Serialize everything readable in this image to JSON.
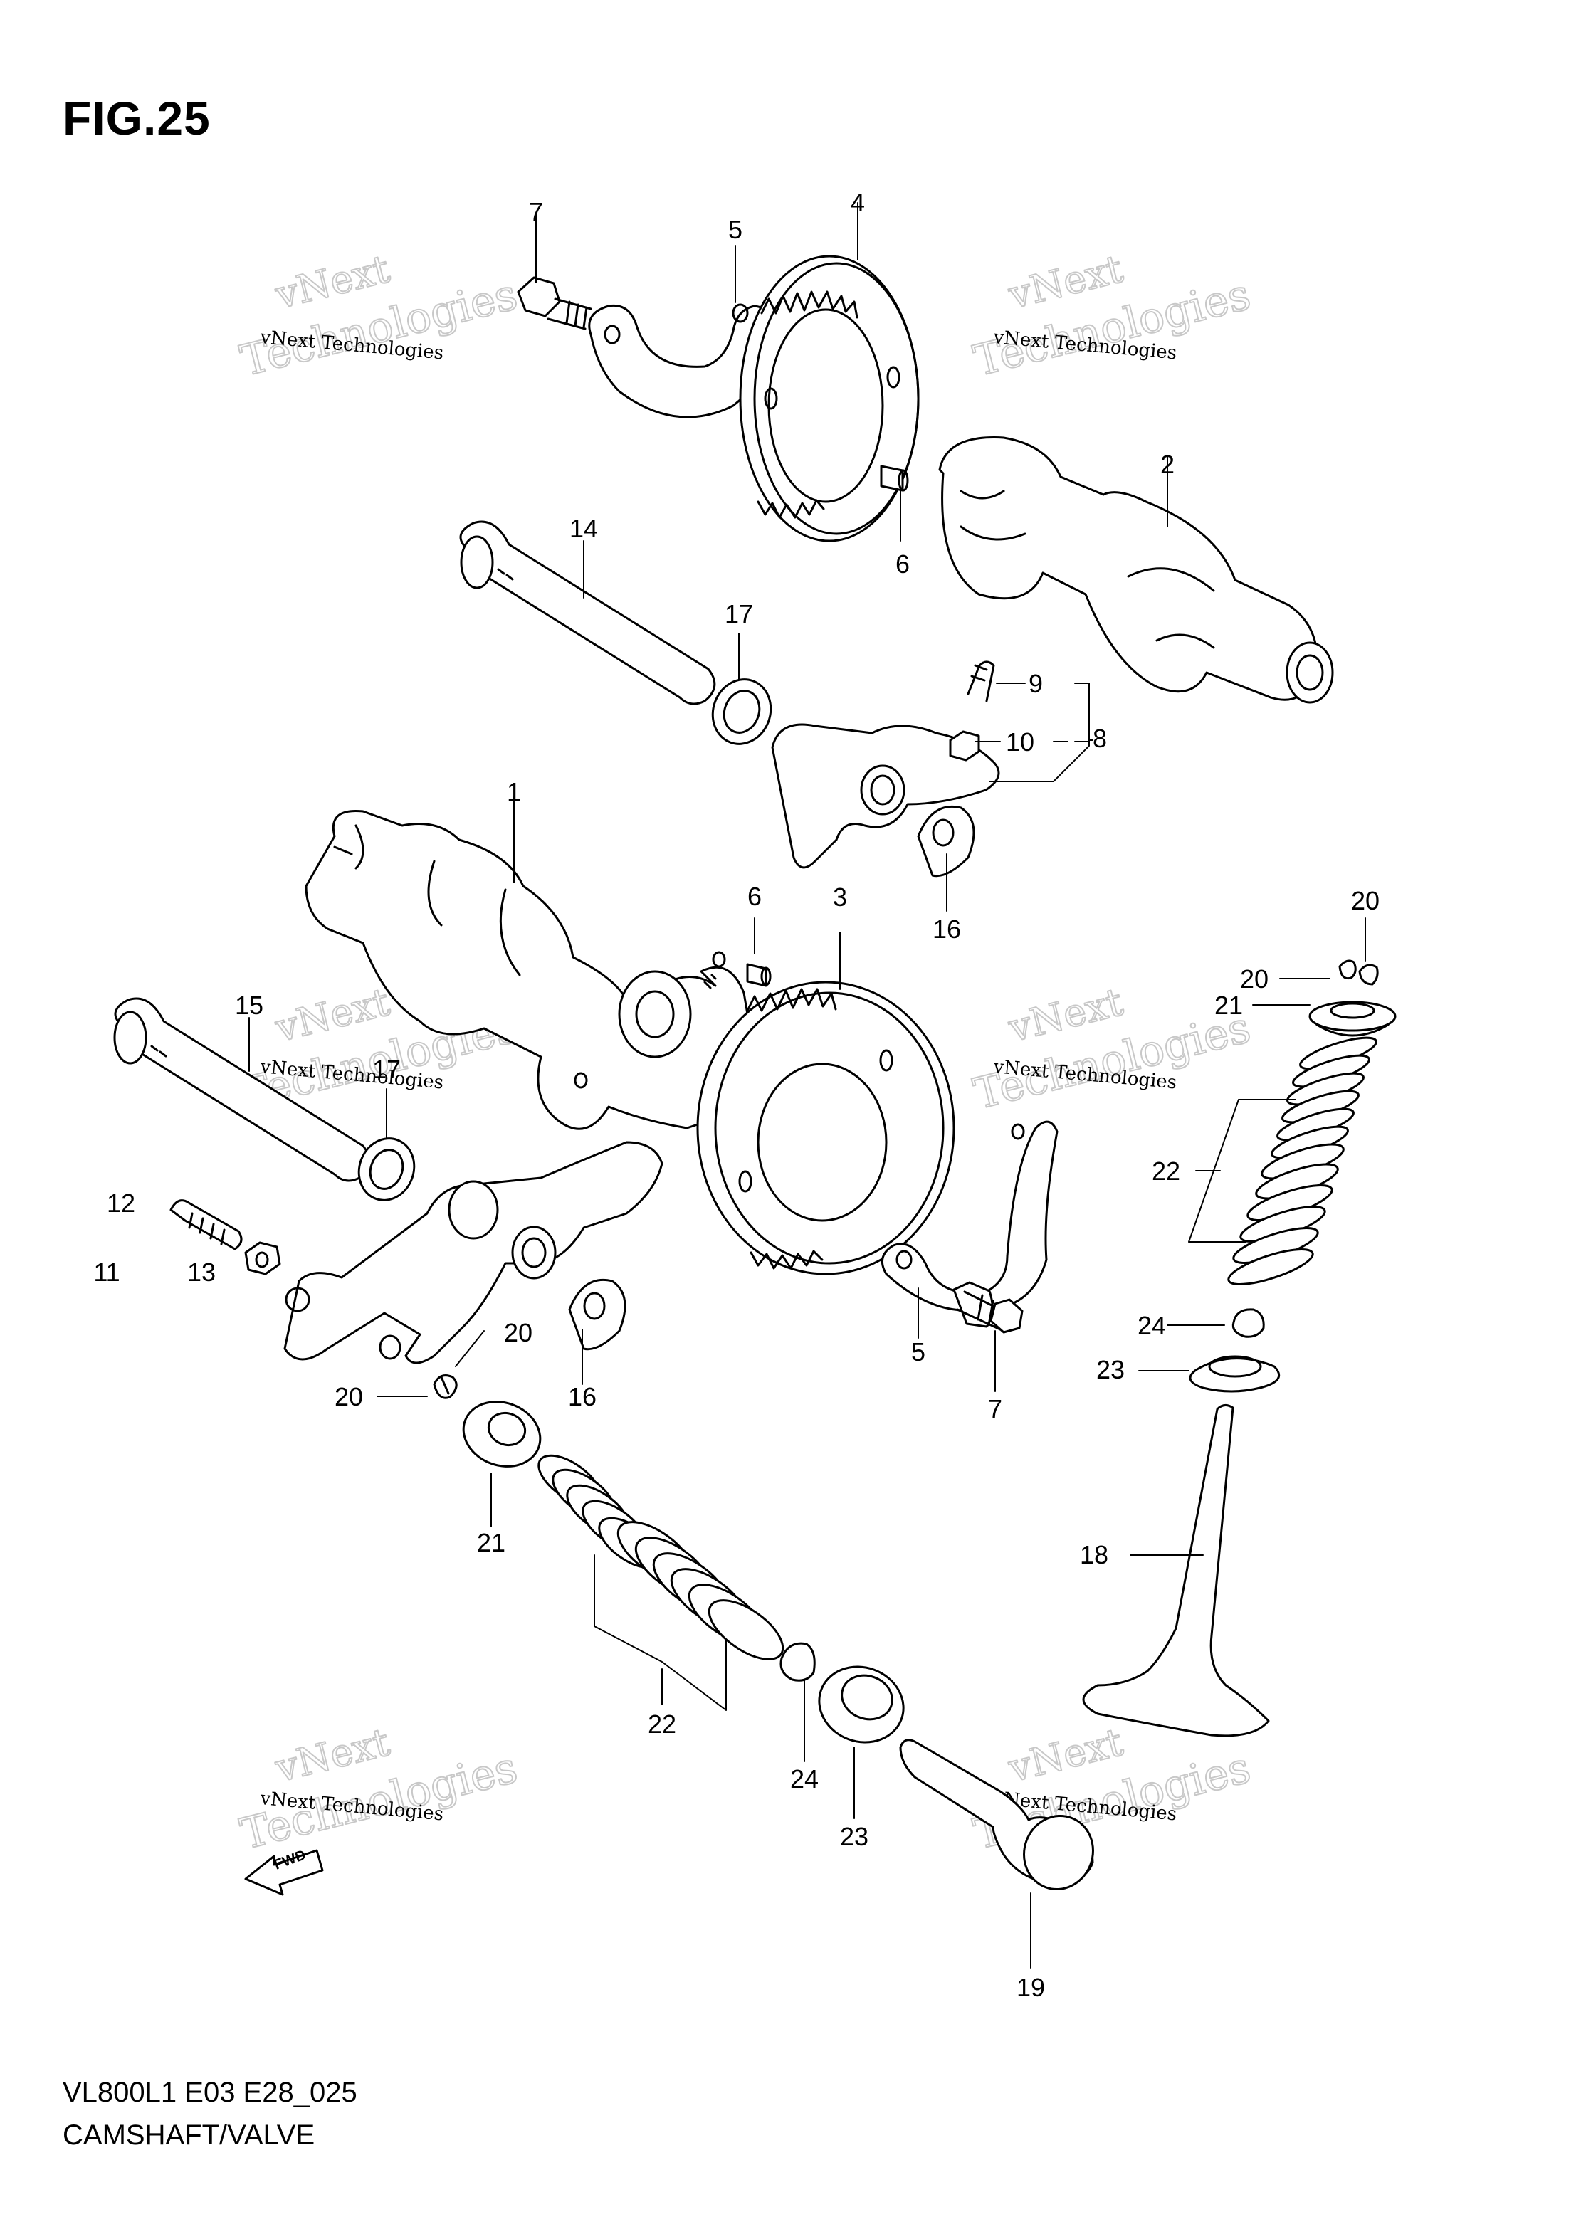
{
  "figure_title": "FIG.25",
  "footer": {
    "model_code": "VL800L1 E03 E28_025",
    "section_title": "CAMSHAFT/VALVE"
  },
  "watermark": {
    "line1": "vNext",
    "line2": "Technologies",
    "small_text": "vNext Technologies"
  },
  "fwd_label": "FWD",
  "callouts": [
    "1",
    "2",
    "3",
    "4",
    "5",
    "6",
    "7",
    "8",
    "9",
    "10",
    "11",
    "12",
    "13",
    "14",
    "15",
    "16",
    "17",
    "18",
    "19",
    "20",
    "21",
    "22",
    "23",
    "24"
  ],
  "colors": {
    "ink": "#000000",
    "watermark": "#c8c8c8",
    "paper": "#ffffff"
  }
}
